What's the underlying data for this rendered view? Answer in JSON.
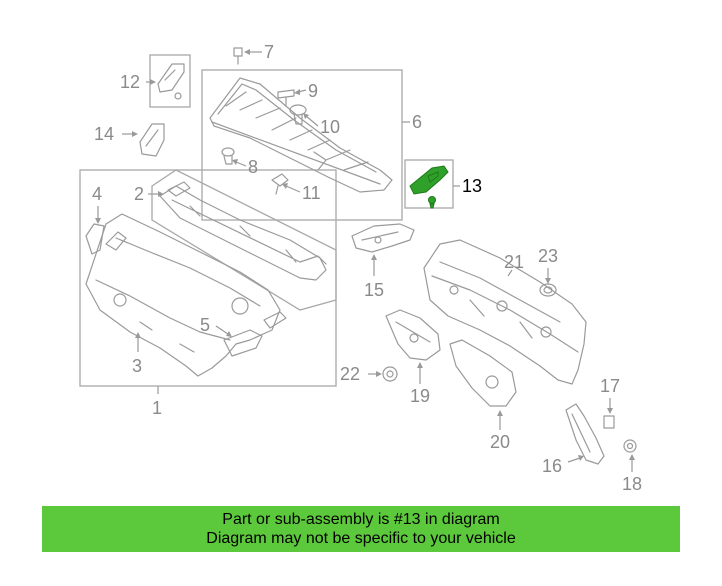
{
  "callouts": {
    "c1": "1",
    "c2": "2",
    "c3": "3",
    "c4": "4",
    "c5": "5",
    "c6": "6",
    "c7": "7",
    "c8": "8",
    "c9": "9",
    "c10": "10",
    "c11": "11",
    "c12": "12",
    "c13": "13",
    "c14": "14",
    "c15": "15",
    "c16": "16",
    "c17": "17",
    "c18": "18",
    "c19": "19",
    "c20": "20",
    "c21": "21",
    "c22": "22",
    "c23": "23"
  },
  "highlight_part": "13",
  "colors": {
    "banner": "#5cc93c",
    "highlight": "#2fa02a",
    "line": "#9a9a9a"
  },
  "banner": {
    "line1": "Part or sub-assembly is #13 in diagram",
    "line2": "Diagram may not be specific to your vehicle"
  }
}
